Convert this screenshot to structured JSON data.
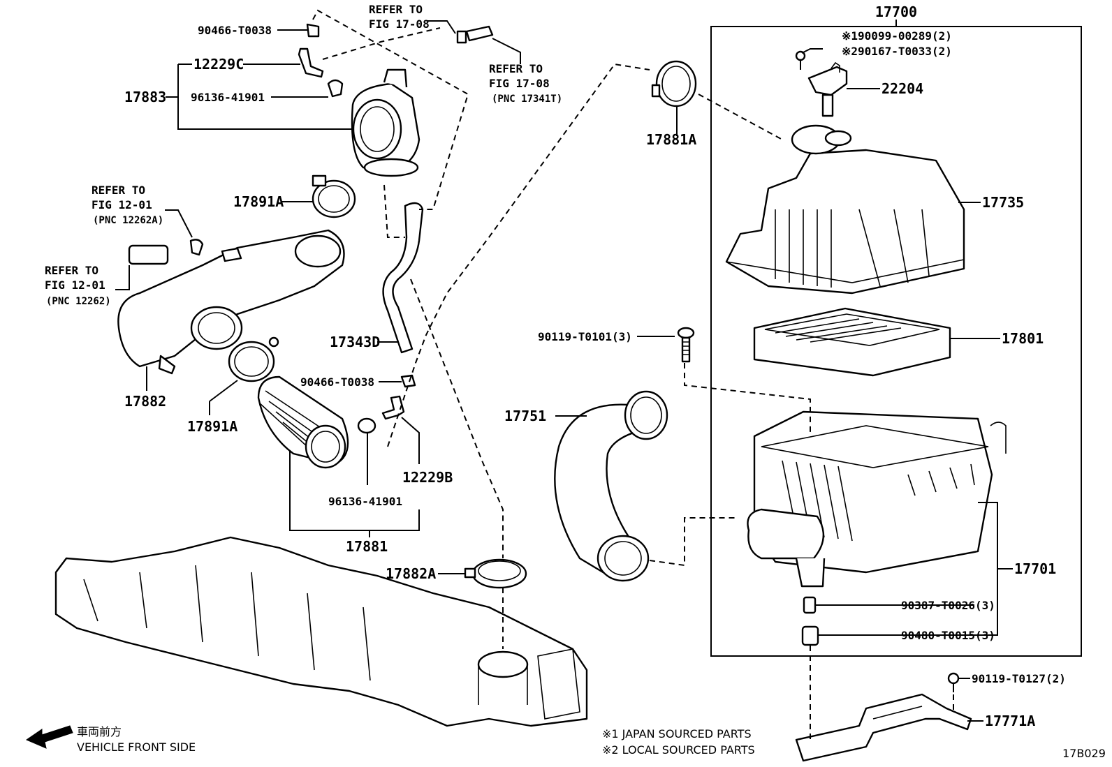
{
  "diagram_id": "17B029",
  "labels": {
    "l17700": "17700",
    "l190099": "※190099-00289(2)",
    "l290167": "※290167-T0033(2)",
    "l22204": "22204",
    "l17735": "17735",
    "l17801": "17801",
    "l17881A": "17881A",
    "l90119a": "90119-T0101(3)",
    "l17751": "17751",
    "l17701": "17701",
    "l90387": "90387-T0026(3)",
    "l90480": "90480-T0015(3)",
    "l90119b": "90119-T0127(2)",
    "l17771A": "17771A",
    "l90466a": "90466-T0038",
    "l12229C": "12229C",
    "l17883": "17883",
    "l96136a": "96136-41901",
    "l17891Aa": "17891A",
    "l17882": "17882",
    "l17891Ab": "17891A",
    "l17343D": "17343D",
    "l90466b": "90466-T0038",
    "l12229B": "12229B",
    "l96136b": "96136-41901",
    "l17881": "17881",
    "l17882A": "17882A"
  },
  "refs": {
    "r1_1": "REFER TO",
    "r1_2": "FIG 17-08",
    "r2_1": "REFER TO",
    "r2_2": "FIG 17-08",
    "r2_3": "(PNC 17341T)",
    "r3_1": "REFER TO",
    "r3_2": "FIG 12-01",
    "r3_3": "(PNC 12262A)",
    "r4_1": "REFER TO",
    "r4_2": "FIG 12-01",
    "r4_3": "(PNC 12262)"
  },
  "legend": {
    "note1": "※1 JAPAN SOURCED PARTS",
    "note2": "※2 LOCAL SOURCED PARTS",
    "front_jp": "車両前方",
    "front_en": "VEHICLE FRONT SIDE"
  },
  "icons": {
    "front_arrow": "arrow-left-icon"
  }
}
